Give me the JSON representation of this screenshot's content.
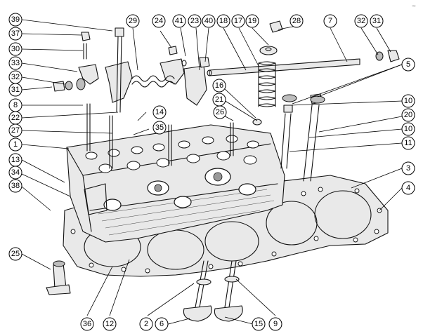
{
  "figure": {
    "corner_mark": "~",
    "part_numbers": [
      "1",
      "2",
      "3",
      "4",
      "5",
      "6",
      "7",
      "8",
      "10",
      "11",
      "12",
      "13",
      "14",
      "15",
      "16",
      "17",
      "18",
      "19",
      "20",
      "21",
      "22",
      "23",
      "24",
      "25",
      "26",
      "27",
      "28",
      "29",
      "30",
      "31",
      "32",
      "33",
      "34",
      "35",
      "36",
      "37",
      "38",
      "39",
      "40",
      "41"
    ],
    "callouts": [
      {
        "id": "c39",
        "label": "39"
      },
      {
        "id": "c29",
        "label": "29"
      },
      {
        "id": "c24",
        "label": "24"
      },
      {
        "id": "c41",
        "label": "41"
      },
      {
        "id": "c23",
        "label": "23"
      },
      {
        "id": "c40",
        "label": "40"
      },
      {
        "id": "c18",
        "label": "18"
      },
      {
        "id": "c17",
        "label": "17"
      },
      {
        "id": "c19",
        "label": "19"
      },
      {
        "id": "c28",
        "label": "28"
      },
      {
        "id": "c7",
        "label": "7"
      },
      {
        "id": "c32b",
        "label": "32"
      },
      {
        "id": "c31b",
        "label": "31"
      },
      {
        "id": "c37",
        "label": "37"
      },
      {
        "id": "c30",
        "label": "30"
      },
      {
        "id": "c33",
        "label": "33"
      },
      {
        "id": "c32a",
        "label": "32"
      },
      {
        "id": "c31a",
        "label": "31"
      },
      {
        "id": "c5",
        "label": "5"
      },
      {
        "id": "c16",
        "label": "16"
      },
      {
        "id": "c21",
        "label": "21"
      },
      {
        "id": "c8",
        "label": "8"
      },
      {
        "id": "c22",
        "label": "22"
      },
      {
        "id": "c14",
        "label": "14"
      },
      {
        "id": "c26",
        "label": "26"
      },
      {
        "id": "c10a",
        "label": "10"
      },
      {
        "id": "c27",
        "label": "27"
      },
      {
        "id": "c35",
        "label": "35"
      },
      {
        "id": "c20",
        "label": "20"
      },
      {
        "id": "c10b",
        "label": "10"
      },
      {
        "id": "c1",
        "label": "1"
      },
      {
        "id": "c11",
        "label": "11"
      },
      {
        "id": "c13",
        "label": "13"
      },
      {
        "id": "c34",
        "label": "34"
      },
      {
        "id": "c3",
        "label": "3"
      },
      {
        "id": "c38",
        "label": "38"
      },
      {
        "id": "c4",
        "label": "4"
      },
      {
        "id": "c25",
        "label": "25"
      },
      {
        "id": "c36",
        "label": "36"
      },
      {
        "id": "c12",
        "label": "12"
      },
      {
        "id": "c2",
        "label": "2"
      },
      {
        "id": "c6",
        "label": "6"
      },
      {
        "id": "c15",
        "label": "15"
      },
      {
        "id": "c9",
        "label": "9"
      }
    ]
  }
}
